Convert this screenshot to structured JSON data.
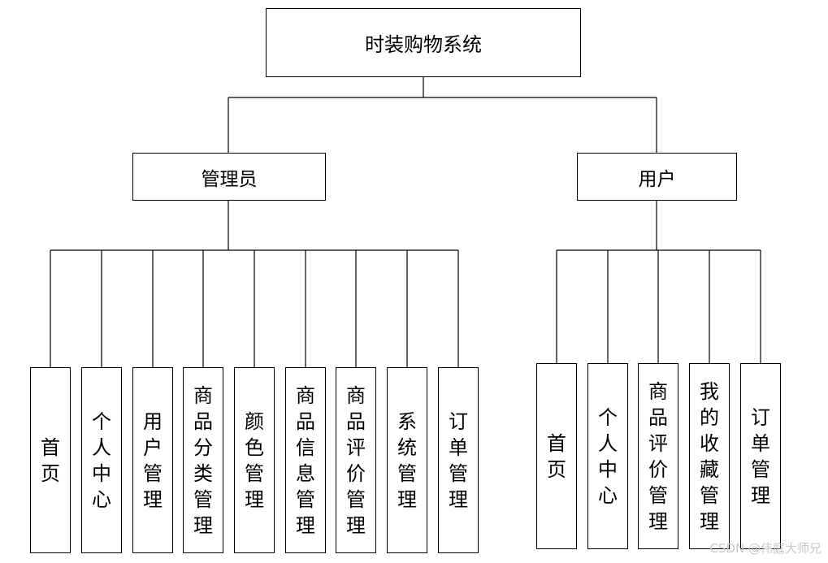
{
  "diagram": {
    "root": "时装购物系统",
    "admin": {
      "label": "管理员",
      "children": [
        "首页",
        "个人中心",
        "用户管理",
        "商品分类管理",
        "颜色管理",
        "商品信息管理",
        "商品评价管理",
        "系统管理",
        "订单管理"
      ]
    },
    "user": {
      "label": "用户",
      "children": [
        "首页",
        "个人中心",
        "商品评价管理",
        "我的收藏管理",
        "订单管理"
      ]
    }
  },
  "watermark": "CSDN @伟庭大师兄",
  "colors": {
    "line": "#000000",
    "background": "#ffffff",
    "watermark": "#c8c8c8"
  }
}
